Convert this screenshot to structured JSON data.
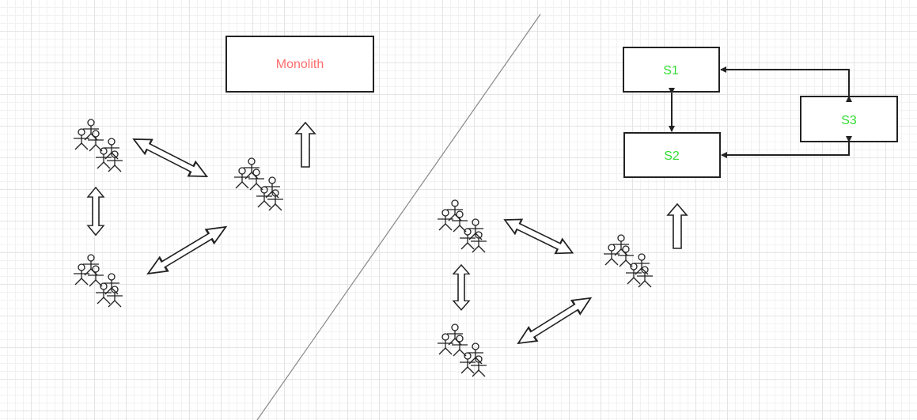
{
  "left_panel": {
    "monolith": {
      "label": "Monolith",
      "color": "#ff6b6b"
    }
  },
  "right_panel": {
    "services": [
      {
        "id": "s1",
        "label": "S1"
      },
      {
        "id": "s2",
        "label": "S2"
      },
      {
        "id": "s3",
        "label": "S3"
      }
    ],
    "service_color": "#33dd33"
  },
  "icons": {
    "team": "people-group-icon",
    "double_arrow": "double-arrow-icon",
    "up_arrow": "up-arrow-icon",
    "connector": "connector-arrow"
  },
  "colors": {
    "stroke": "#222222",
    "divider": "#888888",
    "grid": "#e4e4e4"
  }
}
